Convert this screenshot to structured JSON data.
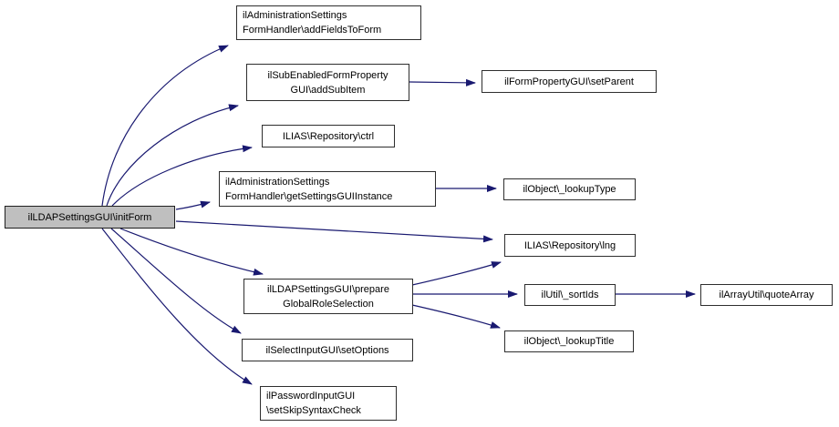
{
  "diagram": {
    "type": "call-graph",
    "root_function": "ilLDAPSettingsGUI\\initForm",
    "colors": {
      "background": "#ffffff",
      "edge": "#191970",
      "node_border": "#2e2e2e",
      "node_fill": "#ffffff",
      "highlight_fill": "#bfbfbf",
      "text": "#000000"
    },
    "nodes": [
      {
        "id": "init-form",
        "highlighted": true,
        "lines": [
          "ilLDAPSettingsGUI\\initForm",
          ""
        ]
      },
      {
        "id": "add-fields-to-form",
        "highlighted": false,
        "lines": [
          "ilAdministrationSettings",
          "FormHandler\\addFieldsToForm"
        ]
      },
      {
        "id": "add-sub-item",
        "highlighted": false,
        "lines": [
          "ilSubEnabledFormProperty",
          "GUI\\addSubItem"
        ]
      },
      {
        "id": "ctrl",
        "highlighted": false,
        "lines": [
          "ILIAS\\Repository\\ctrl",
          ""
        ]
      },
      {
        "id": "get-settings-gui-instance",
        "highlighted": false,
        "lines": [
          "ilAdministrationSettings",
          "FormHandler\\getSettingsGUIInstance"
        ]
      },
      {
        "id": "lng",
        "highlighted": false,
        "lines": [
          "ILIAS\\Repository\\lng",
          ""
        ]
      },
      {
        "id": "prepare-global-role-selection",
        "highlighted": false,
        "lines": [
          "ilLDAPSettingsGUI\\prepare",
          "GlobalRoleSelection"
        ]
      },
      {
        "id": "set-options",
        "highlighted": false,
        "lines": [
          "ilSelectInputGUI\\setOptions",
          ""
        ]
      },
      {
        "id": "set-skip-syntax-check",
        "highlighted": false,
        "lines": [
          "ilPasswordInputGUI",
          "\\setSkipSyntaxCheck"
        ]
      },
      {
        "id": "set-parent",
        "highlighted": false,
        "lines": [
          "ilFormPropertyGUI\\setParent",
          ""
        ]
      },
      {
        "id": "lookup-type",
        "highlighted": false,
        "lines": [
          "ilObject\\_lookupType",
          ""
        ]
      },
      {
        "id": "sort-ids",
        "highlighted": false,
        "lines": [
          "ilUtil\\_sortIds",
          ""
        ]
      },
      {
        "id": "lookup-title",
        "highlighted": false,
        "lines": [
          "ilObject\\_lookupTitle",
          ""
        ]
      },
      {
        "id": "quote-array",
        "highlighted": false,
        "lines": [
          "ilArrayUtil\\quoteArray",
          ""
        ]
      }
    ],
    "edges": [
      {
        "from": "init-form",
        "to": "add-fields-to-form"
      },
      {
        "from": "init-form",
        "to": "add-sub-item"
      },
      {
        "from": "init-form",
        "to": "ctrl"
      },
      {
        "from": "init-form",
        "to": "get-settings-gui-instance"
      },
      {
        "from": "init-form",
        "to": "lng"
      },
      {
        "from": "init-form",
        "to": "prepare-global-role-selection"
      },
      {
        "from": "init-form",
        "to": "set-options"
      },
      {
        "from": "init-form",
        "to": "set-skip-syntax-check"
      },
      {
        "from": "add-sub-item",
        "to": "set-parent"
      },
      {
        "from": "get-settings-gui-instance",
        "to": "lookup-type"
      },
      {
        "from": "prepare-global-role-selection",
        "to": "lng"
      },
      {
        "from": "prepare-global-role-selection",
        "to": "sort-ids"
      },
      {
        "from": "prepare-global-role-selection",
        "to": "lookup-title"
      },
      {
        "from": "sort-ids",
        "to": "quote-array"
      }
    ]
  }
}
